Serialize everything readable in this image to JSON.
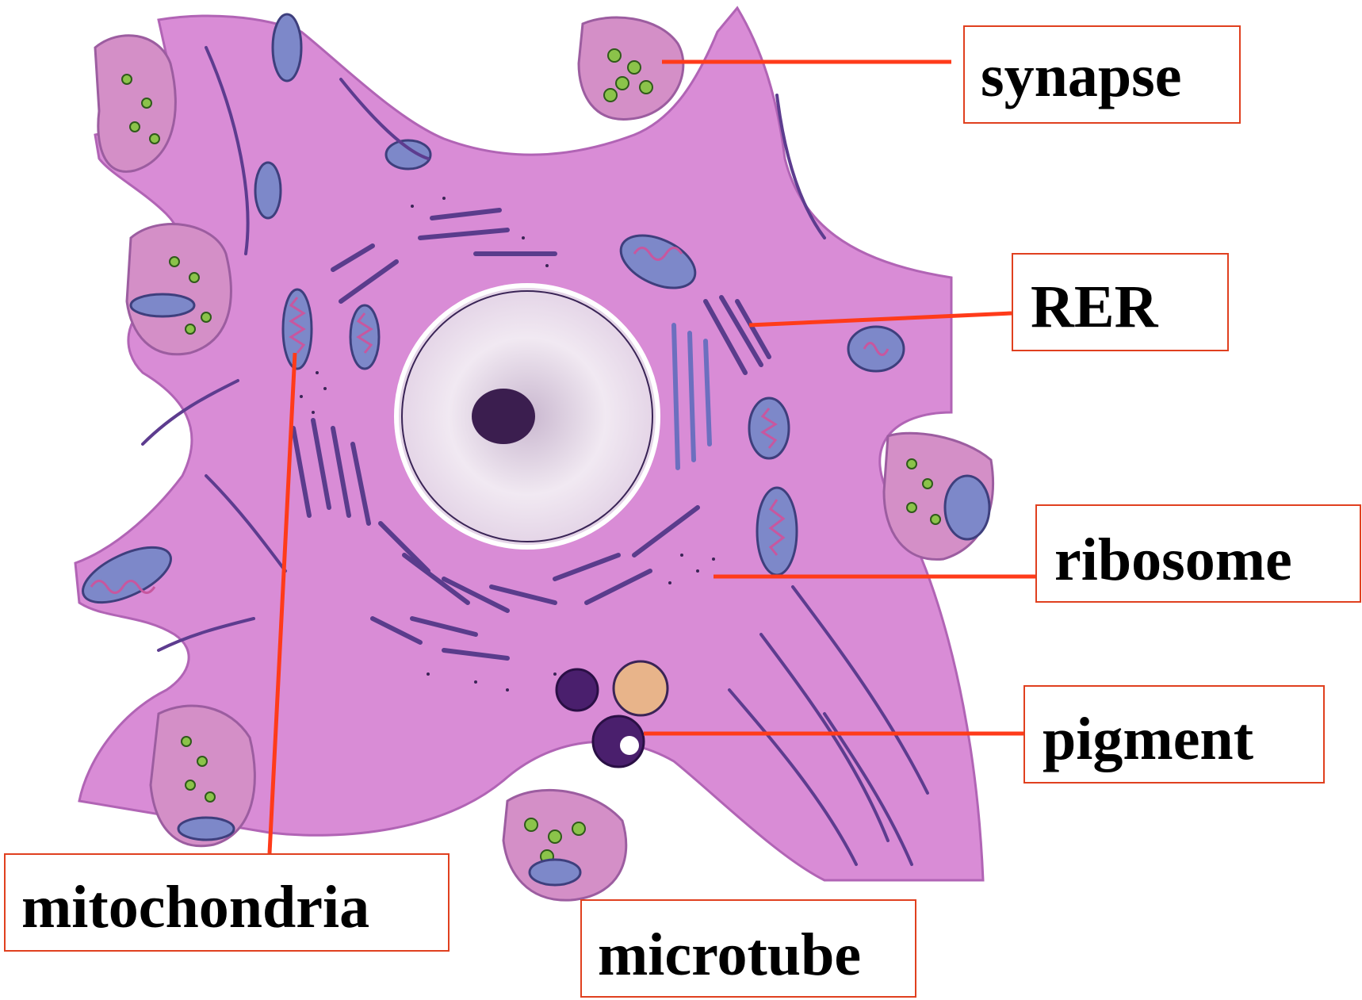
{
  "labels": {
    "synapse": "synapse",
    "rer": "RER",
    "ribosome": "ribosome",
    "pigment": "pigment",
    "mitochondria": "mitochondria",
    "microtube": "microtube"
  },
  "colors": {
    "cytoplasm": "#d98cd6",
    "cytoplasm_edge": "#b164b5",
    "mitochondria_fill": "#7d88c9",
    "mitochondria_inner": "#c7579f",
    "er": "#5a3c8c",
    "terminal_fill": "#d48fc7",
    "vesicle": "#8bc34a",
    "leader_line": "#ff3b1a",
    "label_border": "#e0401f"
  }
}
